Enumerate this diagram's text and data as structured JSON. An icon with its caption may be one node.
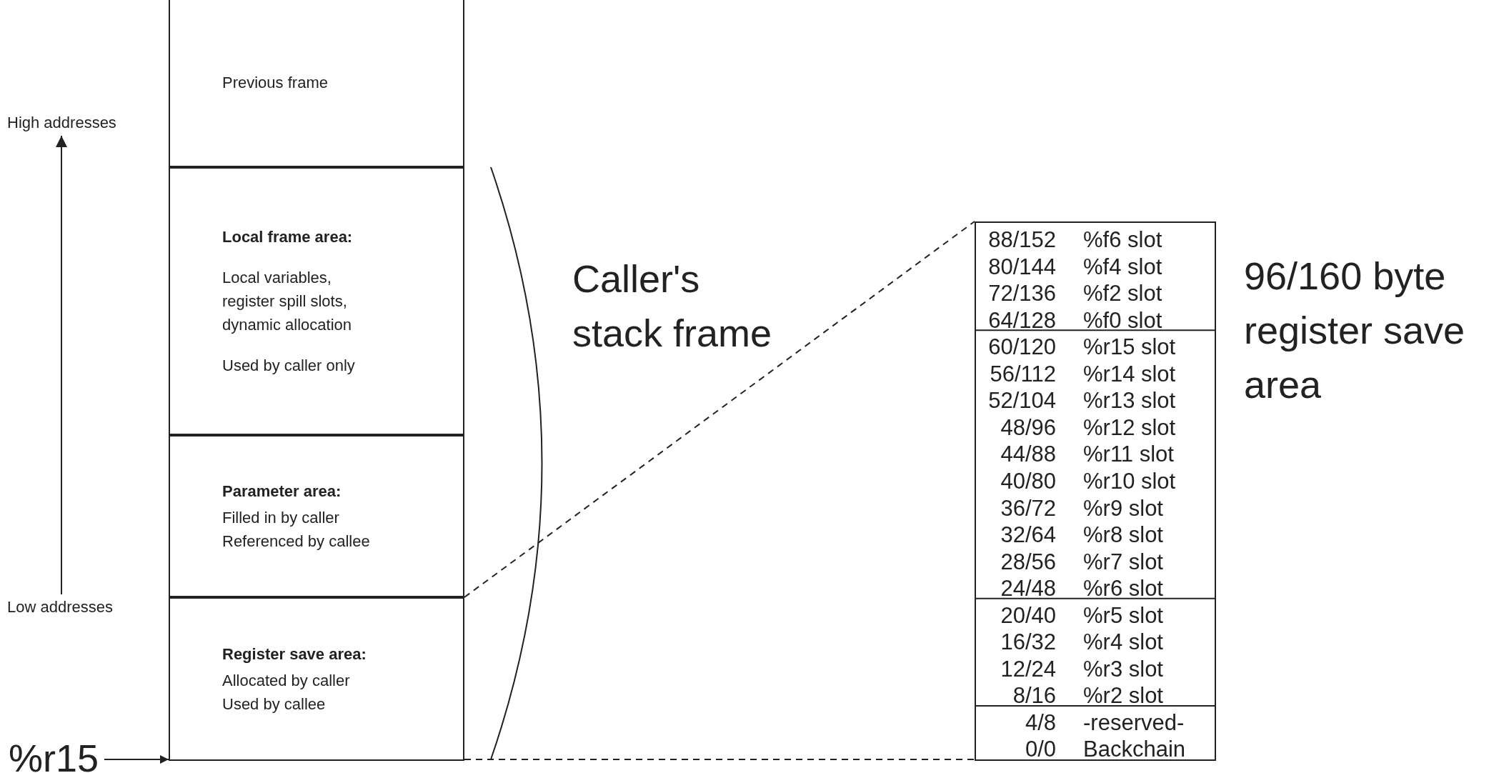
{
  "diagram": {
    "nodes": [
      {
        "text": [
          "Previous frame"
        ]
      },
      {
        "text": [
          "Local frame area:",
          "Local variables, register spill slots, dynamic allocation",
          "Used by caller only"
        ]
      },
      {
        "text": [
          "Parameter area:",
          "Filled in by caller",
          "Referenced by callee"
        ]
      },
      {
        "text": [
          "Register save area:",
          "Allocated by caller",
          "Used by callee"
        ]
      },
      {
        "text": [
          "%r15"
        ]
      },
      {
        "text": [],
        "shape": "box"
      }
    ],
    "edges": [
      {
        "from": 4,
        "to": 3,
        "arrow": "to"
      },
      {
        "from": 3,
        "to": 5,
        "arrow": "none",
        "style": "dashed"
      },
      {
        "from": 3,
        "to": 5,
        "arrow": "none",
        "style": "dashed"
      }
    ],
    "labels": [
      "High addresses",
      "Caller's stack frame",
      "88/152",
      "%f6 slot",
      "80/144",
      "%f4 slot",
      "72/136",
      "%f2 slot",
      "64/128",
      "%f0 slot",
      "60/120",
      "%r15 slot",
      "56/112",
      "%r14 slot",
      "52/104",
      "%r13 slot",
      "48/96",
      "%r12 slot",
      "44/88",
      "%r11 slot",
      "40/80",
      "%r10 slot",
      "36/72",
      "%r9 slot",
      "32/64",
      "%r8 slot",
      "28/56",
      "%r7 slot",
      "24/48",
      "%r6 slot",
      "20/40",
      "%r5 slot",
      "16/32",
      "%r4 slot",
      "12/24",
      "%r3 slot",
      "8/16",
      "%r2 slot",
      "4/8",
      "-reserved-",
      "0/0",
      "Backchain",
      "96/160 byte register save area",
      "Low addresses"
    ]
  }
}
